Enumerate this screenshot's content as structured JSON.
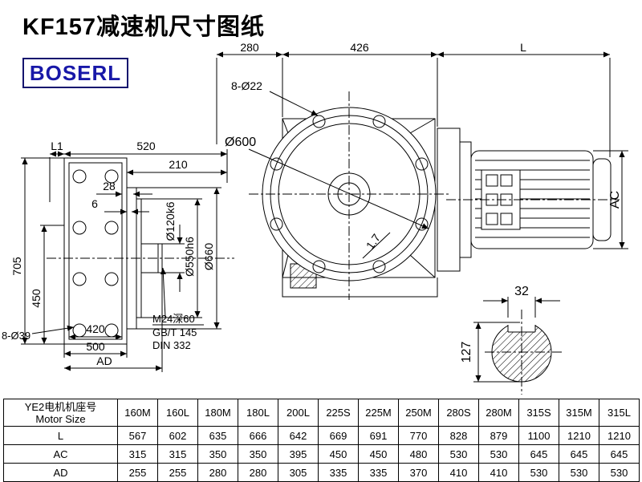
{
  "page": {
    "title": "KF157减速机尺寸图纸",
    "brand": "BOSERL"
  },
  "drawing": {
    "front_view": {
      "dim_top_1": "280",
      "dim_top_2": "426",
      "dim_top_3": "L",
      "bolt_holes": "8-Ø22",
      "flange_diameter": "Ø600",
      "motor_diameter": "AC",
      "ratio_mark": "1.7"
    },
    "shaft_section": {
      "key_width": "32",
      "shaft_diameter": "127"
    },
    "side_view": {
      "dim_l1": "L1",
      "dim_520": "520",
      "dim_210": "210",
      "dim_28": "28",
      "dim_6": "6",
      "dim_705": "705",
      "dim_450": "450",
      "bolt_holes": "8-Ø39",
      "dim_420": "420",
      "dim_500": "500",
      "dim_ad": "AD",
      "shaft_dia": "Ø120k6",
      "spigot_dia": "Ø550h6",
      "flange_dia": "Ø660",
      "note_tap": "M24深60",
      "note_gb": "GB/T 145",
      "note_din": "DIN 332"
    }
  },
  "table": {
    "header_cn": "YE2电机机座号",
    "header_en": "Motor Size",
    "columns": [
      "160M",
      "160L",
      "180M",
      "180L",
      "200L",
      "225S",
      "225M",
      "250M",
      "280S",
      "280M",
      "315S",
      "315M",
      "315L"
    ],
    "rows": [
      {
        "label": "L",
        "values": [
          567,
          602,
          635,
          666,
          642,
          669,
          691,
          770,
          828,
          879,
          1100,
          1210,
          1210
        ]
      },
      {
        "label": "AC",
        "values": [
          315,
          315,
          350,
          350,
          395,
          450,
          450,
          480,
          530,
          530,
          645,
          645,
          645
        ]
      },
      {
        "label": "AD",
        "values": [
          255,
          255,
          280,
          280,
          305,
          335,
          335,
          370,
          410,
          410,
          530,
          530,
          530
        ]
      }
    ]
  }
}
